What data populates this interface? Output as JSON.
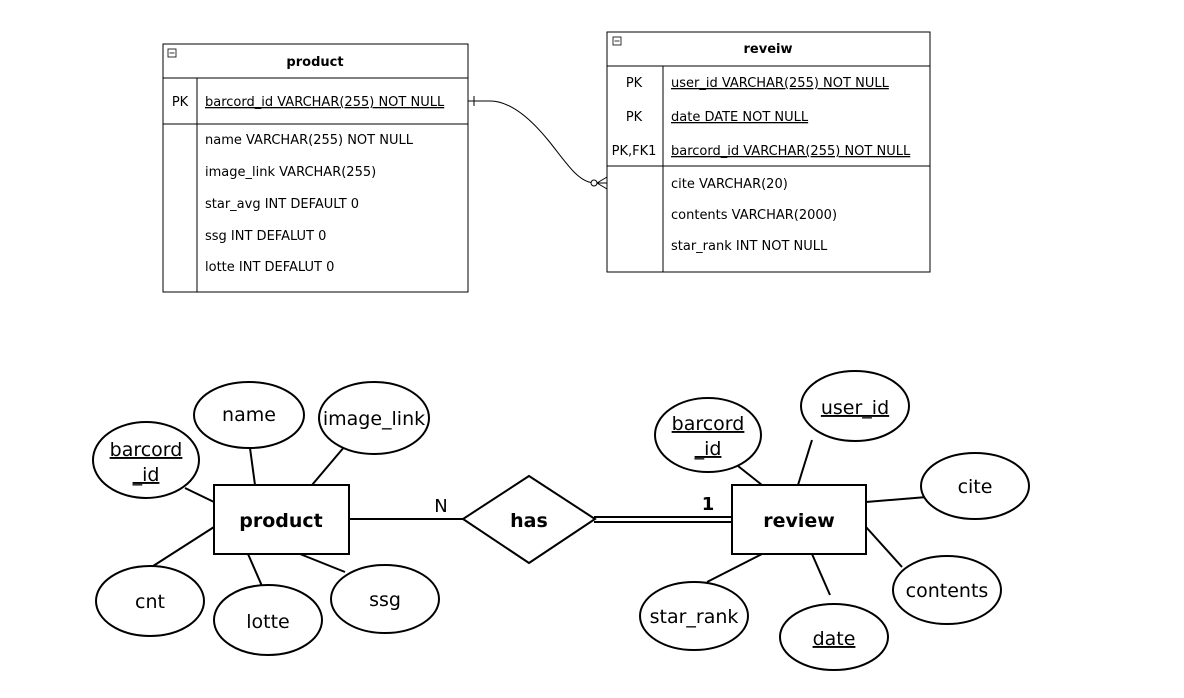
{
  "relational": {
    "product_table": {
      "title": "product",
      "collapse_icon": "minus-box-icon",
      "keys": [
        {
          "key": "PK",
          "field": "barcord_id VARCHAR(255) NOT NULL"
        }
      ],
      "fields": [
        "name VARCHAR(255) NOT NULL",
        "image_link VARCHAR(255)",
        "star_avg INT DEFAULT 0",
        "ssg INT DEFALUT 0",
        "lotte INT DEFALUT 0"
      ]
    },
    "review_table": {
      "title": "reveiw",
      "collapse_icon": "minus-box-icon",
      "keys": [
        {
          "key": "PK",
          "field": "user_id VARCHAR(255) NOT NULL"
        },
        {
          "key": "PK",
          "field": "date DATE NOT NULL"
        },
        {
          "key": "PK,FK1",
          "field": "barcord_id VARCHAR(255) NOT NULL"
        }
      ],
      "fields": [
        "cite VARCHAR(20)",
        "contents VARCHAR(2000)",
        "star_rank INT NOT NULL"
      ]
    }
  },
  "er": {
    "product_entity": "product",
    "review_entity": "review",
    "relationship": "has",
    "cardinality_product": "N",
    "cardinality_review": "1",
    "product_attributes": {
      "barcord_line1": "barcord",
      "barcord_line2": "_id",
      "name": "name",
      "image_link": "image_link",
      "cnt": "cnt",
      "lotte": "lotte",
      "ssg": "ssg"
    },
    "review_attributes": {
      "barcord_line1": "barcord",
      "barcord_line2": "_id",
      "user_id": "user_id",
      "cite": "cite",
      "contents": "contents",
      "date": "date",
      "star_rank": "star_rank"
    }
  }
}
